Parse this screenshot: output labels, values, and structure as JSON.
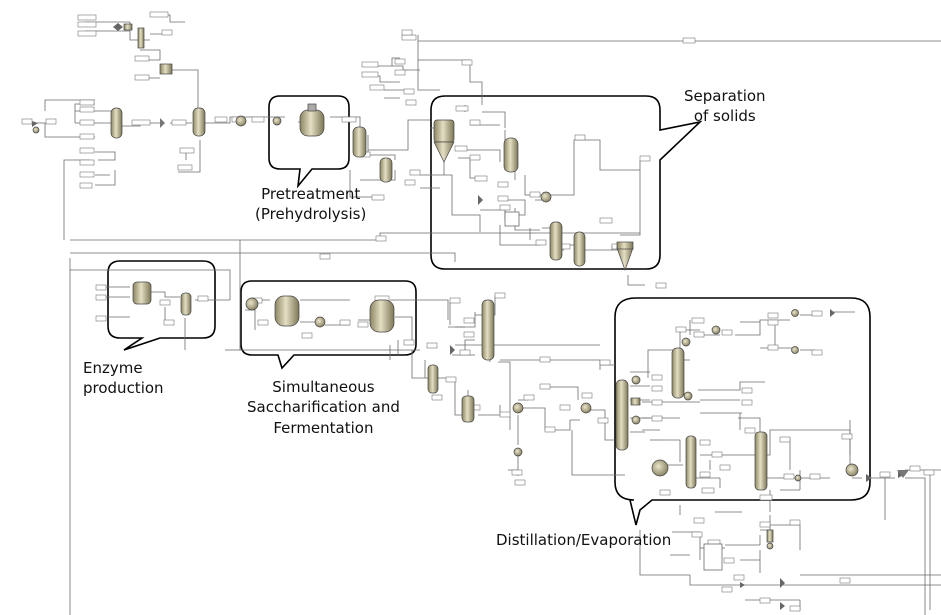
{
  "callouts": {
    "pretreatment": [
      "Pretreatment",
      "(Prehydrolysis)"
    ],
    "separation": [
      "Separation",
      "of solids"
    ],
    "enzyme": [
      "Enzyme",
      "production"
    ],
    "ssf": [
      "Simultaneous",
      "Saccharification and",
      "Fermentation"
    ],
    "distillation": [
      "Distillation/Evaporation"
    ]
  },
  "colors": {
    "equipment_fill": "#c9c3a0",
    "equipment_dark": "#8c8662",
    "line": "#6b6b6b",
    "bubble_stroke": "#000000"
  },
  "icons": [
    "reactor-icon",
    "column-icon",
    "tank-icon",
    "heat-exchanger-icon",
    "pump-icon",
    "valve-icon",
    "flash-drum-icon",
    "mixer-icon"
  ]
}
